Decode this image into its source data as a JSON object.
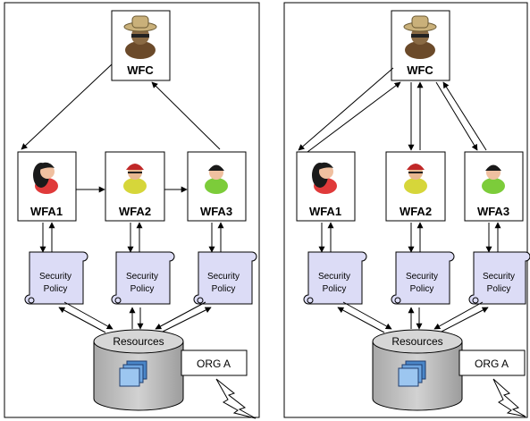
{
  "panels": [
    {
      "coordinator": {
        "label": "WFC"
      },
      "agents": [
        {
          "label": "WFA1"
        },
        {
          "label": "WFA2"
        },
        {
          "label": "WFA3"
        }
      ],
      "policies": [
        {
          "line1": "Security",
          "line2": "Policy"
        },
        {
          "line1": "Security",
          "line2": "Policy"
        },
        {
          "line1": "Security",
          "line2": "Policy"
        }
      ],
      "resources": {
        "label": "Resources"
      },
      "org": {
        "label": "ORG A"
      }
    },
    {
      "coordinator": {
        "label": "WFC"
      },
      "agents": [
        {
          "label": "WFA1"
        },
        {
          "label": "WFA2"
        },
        {
          "label": "WFA3"
        }
      ],
      "policies": [
        {
          "line1": "Security",
          "line2": "Policy"
        },
        {
          "line1": "Security",
          "line2": "Policy"
        },
        {
          "line1": "Security",
          "line2": "Policy"
        }
      ],
      "resources": {
        "label": "Resources"
      },
      "org": {
        "label": "ORG A"
      }
    }
  ],
  "colors": {
    "policy_fill": "#dcdcf6",
    "cylinder_fill": "#c4c4c4",
    "doc_fill": "#6fa6e0",
    "hat": "#c9b07a",
    "agent1_shirt": "#e03a3a",
    "agent2_shirt": "#d6d63a",
    "agent3_shirt": "#7ccc3a"
  }
}
